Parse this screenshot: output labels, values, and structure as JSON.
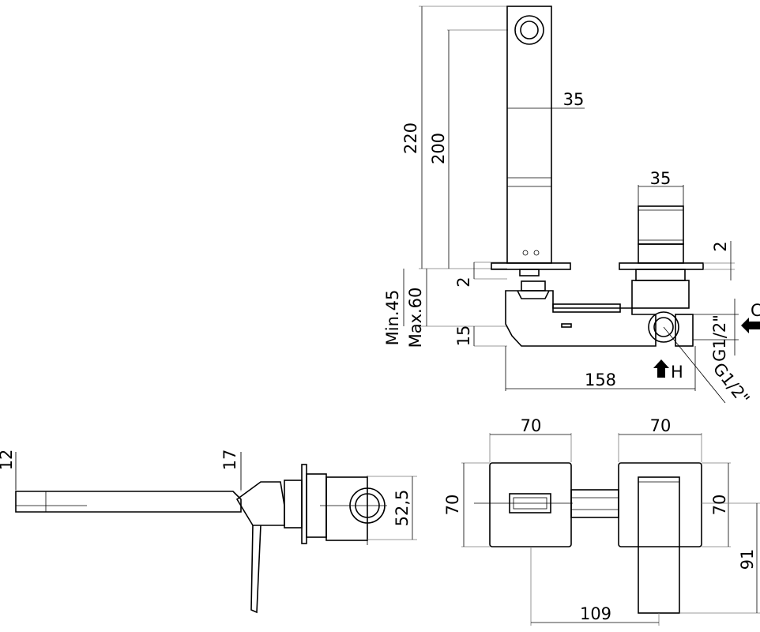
{
  "views": {
    "elevation": {
      "dims": {
        "overall_height": "220",
        "spout_height": "200",
        "spout_width": "35",
        "handle_width": "35",
        "handle_plate": "2",
        "spout_plate": "2",
        "min_depth": "Min.45",
        "max_depth": "Max.60",
        "pipe_offset": "15",
        "overall_length": "158",
        "inlet_side": "G1/2\"",
        "inlet_bottom": "G1/2\""
      },
      "inlets": {
        "cold": "C",
        "hot": "H"
      }
    },
    "side": {
      "dims": {
        "spout_thickness": "12",
        "plate_to_spout": "17",
        "body_diameter": "52,5"
      }
    },
    "front": {
      "dims": {
        "spout_plate_width": "70",
        "handle_plate_width": "70",
        "spout_plate_height": "70",
        "handle_plate_height": "70",
        "handle_drop": "91",
        "centre_distance": "109"
      }
    }
  }
}
